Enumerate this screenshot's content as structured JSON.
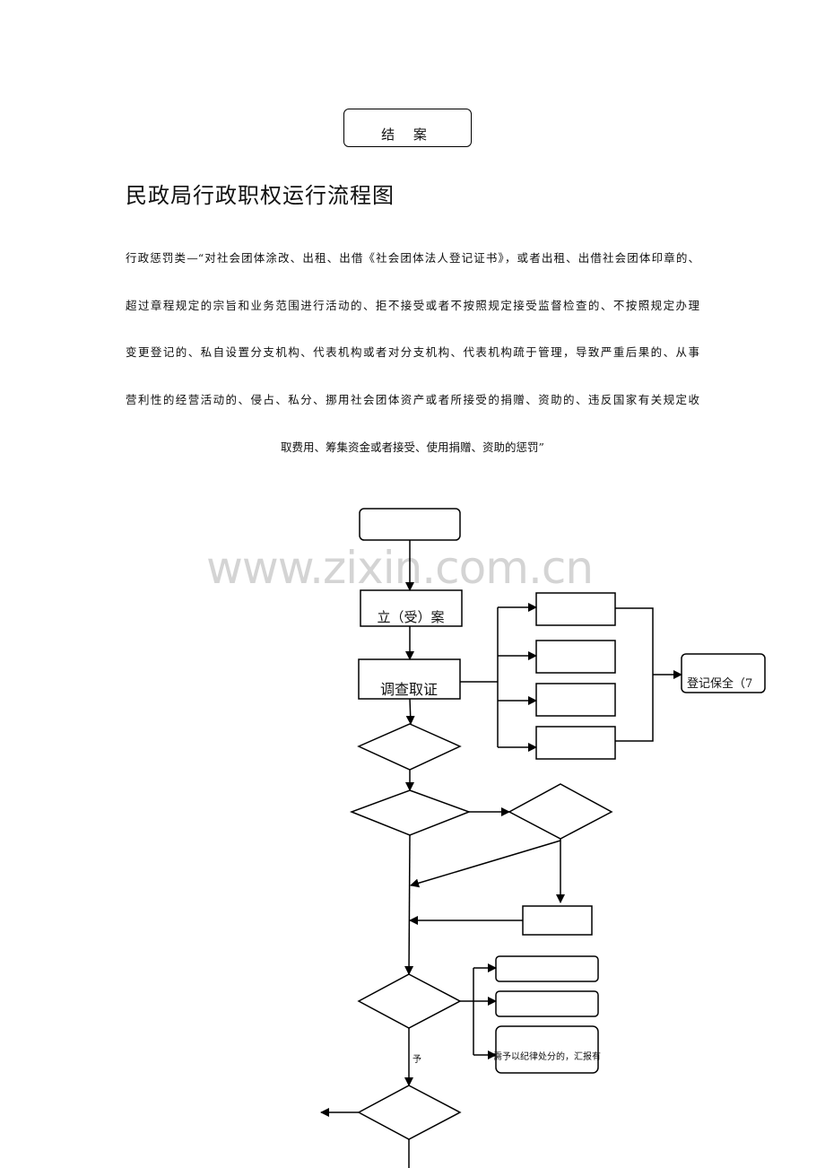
{
  "top_box": {
    "label": "结 案"
  },
  "title": "民政局行政职权运行流程图",
  "description": [
    "行政惩罚类—“对社会团体涂改、出租、出借《社会团体法人登记证书》，或者出租、出借社会团体印章的、",
    "超过章程规定的宗旨和业务范围进行活动的、拒不接受或者不按照规定接受监督检查的、不按照规定办理",
    "变更登记的、私自设置分支机构、代表机构或者对分支机构、代表机构疏于管理，导致严重后果的、从事",
    "营利性的经营活动的、侵占、私分、挪用社会团体资产或者所接受的捐赠、资助的、违反国家有关规定收",
    "取费用、筹集资金或者接受、使用捐赠、资助的惩罚”"
  ],
  "watermark": "www.zixin.com.cn",
  "flowchart": {
    "case_filing": "立（受）案",
    "investigation": "调查取证",
    "registration_preservation": "登记保全（7",
    "branch_label": "予",
    "discipline_box": "需予以纪律处分的，汇报有"
  }
}
